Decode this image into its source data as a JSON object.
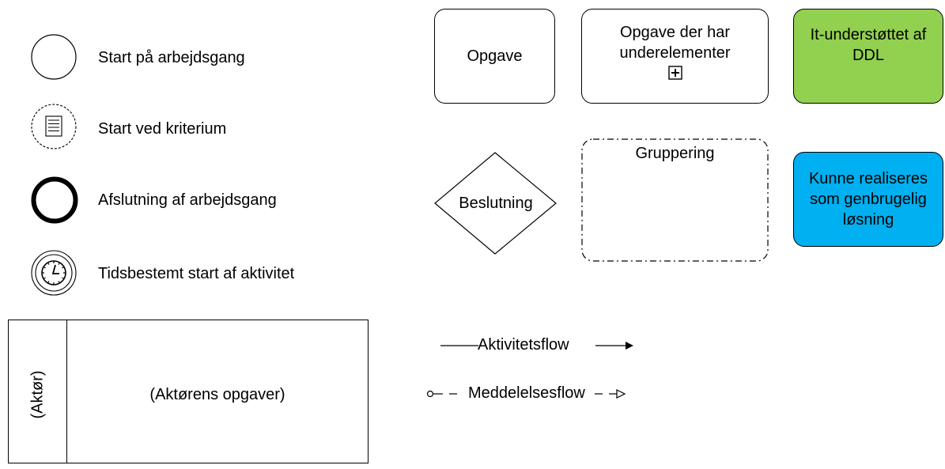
{
  "legend": {
    "start_workflow": "Start på arbejdsgang",
    "start_criterion": "Start ved kriterium",
    "end_workflow": "Afslutning af arbejdsgang",
    "timed_start": "Tidsbestemt start af aktivitet"
  },
  "shapes": {
    "task": "Opgave",
    "subprocess_line1": "Opgave der har",
    "subprocess_line2": "underelementer",
    "it_supported_line1": "It-understøttet af",
    "it_supported_line2": "DDL",
    "decision": "Beslutning",
    "grouping": "Gruppering",
    "reusable_line1": "Kunne realiseres",
    "reusable_line2": "som genbrugelig",
    "reusable_line3": "løsning"
  },
  "pool": {
    "actor": "(Aktør)",
    "actor_tasks": "(Aktørens opgaver)"
  },
  "flows": {
    "activity_flow": "Aktivitetsflow",
    "message_flow": "Meddelelsesflow"
  },
  "colors": {
    "it_supported_fill": "#92d050",
    "reusable_fill": "#00b0f0"
  }
}
